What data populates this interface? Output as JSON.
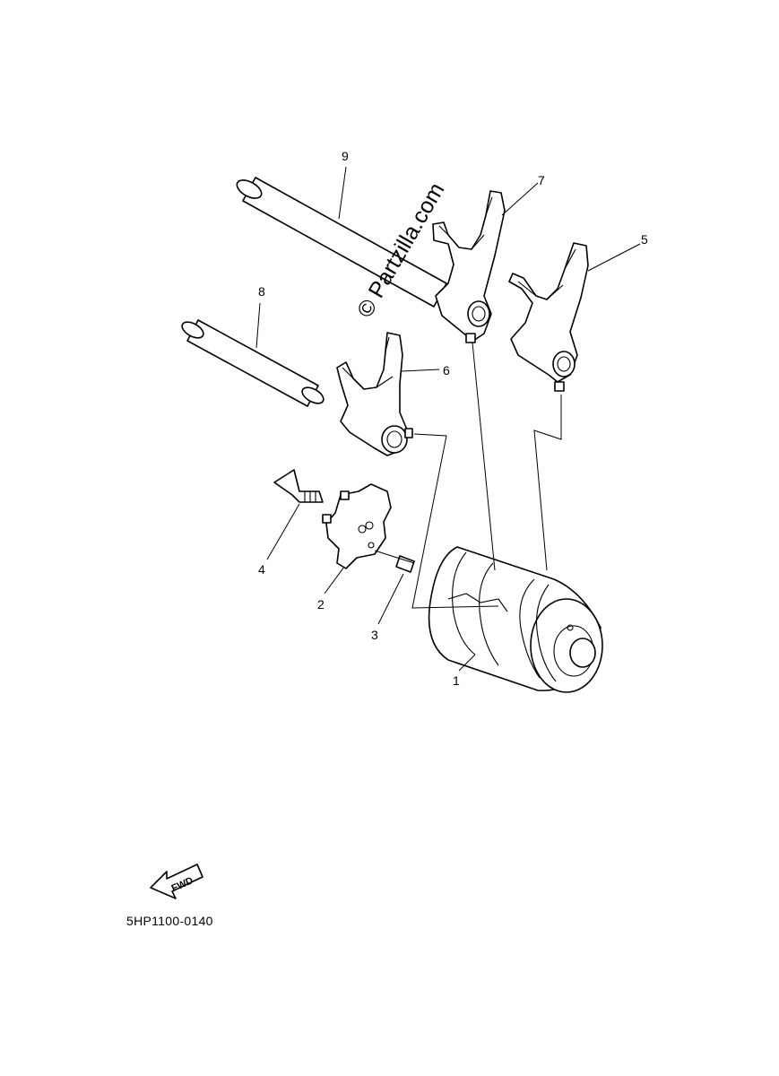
{
  "watermark": "© Partzilla.com",
  "diagram_code": "5HP1100-0140",
  "fwd_label": "FWD",
  "callouts": [
    {
      "id": "1",
      "label": "1"
    },
    {
      "id": "2",
      "label": "2"
    },
    {
      "id": "3",
      "label": "3"
    },
    {
      "id": "4",
      "label": "4"
    },
    {
      "id": "5",
      "label": "5"
    },
    {
      "id": "6",
      "label": "6"
    },
    {
      "id": "7",
      "label": "7"
    },
    {
      "id": "8",
      "label": "8"
    },
    {
      "id": "9",
      "label": "9"
    }
  ]
}
